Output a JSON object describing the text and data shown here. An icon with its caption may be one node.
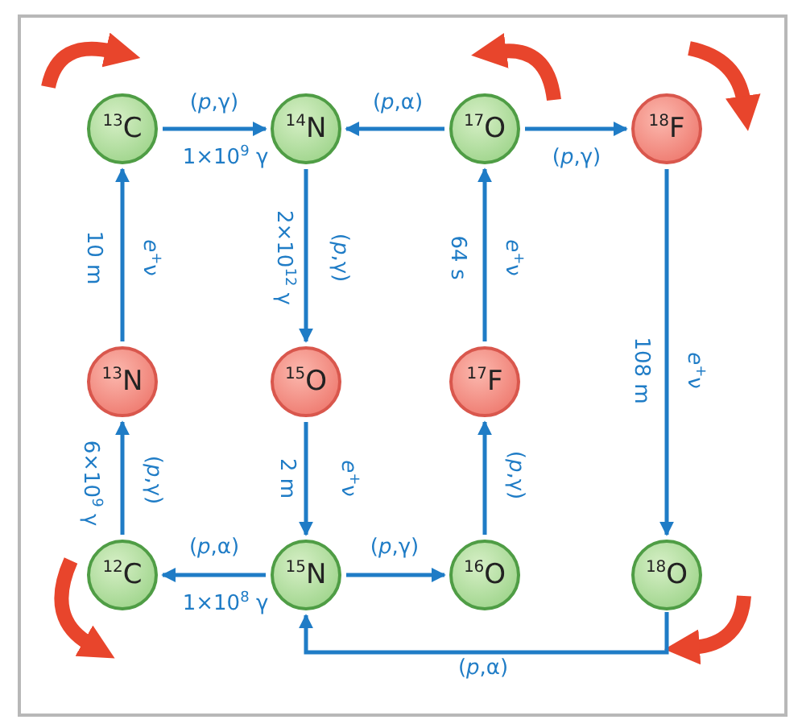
{
  "diagram": {
    "nodes": [
      {
        "text": [
          "$^{13}$C"
        ]
      },
      {
        "text": [
          "$^{14}$N"
        ]
      },
      {
        "text": [
          "$^{17}$O"
        ]
      },
      {
        "text": [
          "$^{18}$F"
        ]
      },
      {
        "text": [
          "$^{13}$N"
        ]
      },
      {
        "text": [
          "$^{15}$O"
        ]
      },
      {
        "text": [
          "$^{17}$F"
        ]
      },
      {
        "text": [
          "$^{12}$C"
        ]
      },
      {
        "text": [
          "$^{15}$N"
        ]
      },
      {
        "text": [
          "$^{16}$O"
        ]
      },
      {
        "text": [
          "$^{18}$O"
        ]
      }
    ],
    "edges": [
      {
        "from": 0,
        "to": 1,
        "arrow": "to",
        "label": "(*p*,γ)"
      },
      {
        "from": 2,
        "to": 1,
        "arrow": "to",
        "label": "(*p*,α)"
      },
      {
        "from": 2,
        "to": 3,
        "arrow": "to",
        "label": "(*p*,γ)"
      },
      {
        "from": 1,
        "to": 5,
        "arrow": "to",
        "label": "(*p*,γ)"
      },
      {
        "from": 4,
        "to": 0,
        "arrow": "to",
        "label": "*e*$^{+}$ν"
      },
      {
        "from": 6,
        "to": 2,
        "arrow": "to",
        "label": "*e*$^{+}$ν"
      },
      {
        "from": 3,
        "to": 10,
        "arrow": "to",
        "label": "*e*$^{+}$ν"
      },
      {
        "from": 7,
        "to": 4,
        "arrow": "to",
        "label": "(*p*,γ)"
      },
      {
        "from": 5,
        "to": 8,
        "arrow": "to",
        "label": "*e*$^{+}$ν"
      },
      {
        "from": 9,
        "to": 6,
        "arrow": "to",
        "label": "(*p*,γ)"
      },
      {
        "from": 8,
        "to": 7,
        "arrow": "to",
        "label": "(*p*,α)"
      },
      {
        "from": 8,
        "to": 9,
        "arrow": "to",
        "label": "(*p*,γ)"
      },
      {
        "from": 10,
        "to": 8,
        "arrow": "to",
        "label": "(*p*,α)"
      }
    ],
    "labels": [
      "1×10$^{9}$ γ",
      "2×10$^{12}$ γ",
      "10 m",
      "64 s",
      "108 m",
      "6×10$^{9}$ γ",
      "2 m",
      "1×10$^{8}$ γ"
    ]
  }
}
